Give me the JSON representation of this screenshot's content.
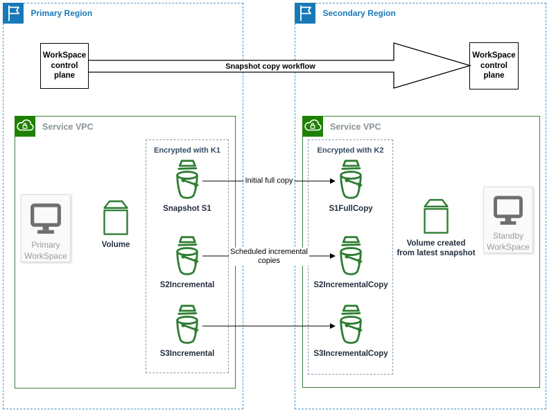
{
  "regions": {
    "primary": "Primary Region",
    "secondary": "Secondary Region"
  },
  "control_plane": "WorkSpace\ncontrol\nplane",
  "workflow_label": "Snapshot copy workflow",
  "service_vpc": "Service VPC",
  "encrypted": {
    "k1": "Encrypted with K1",
    "k2": "Encrypted with K2"
  },
  "workspaces": {
    "primary": "Primary\nWorkSpace",
    "standby": "Standby\nWorkSpace"
  },
  "volumes": {
    "primary": "Volume",
    "secondary": "Volume created\nfrom latest snapshot"
  },
  "buckets_left": [
    "Snapshot S1",
    "S2Incremental",
    "S3Incremental"
  ],
  "buckets_right": [
    "S1FullCopy",
    "S2IncrementalCopy",
    "S3IncrementalCopy"
  ],
  "arrows": {
    "initial": "Initial full copy",
    "scheduled": "Scheduled incremental\ncopies"
  },
  "icons": {
    "region": "flag-icon",
    "vpc": "cloud-lock-icon",
    "snapshot": "bucket-icon",
    "workspace": "monitor-icon",
    "volume": "volume-box-icon"
  },
  "colors": {
    "region_blue": "#1879B8",
    "region_dash_blue": "#4A94C6",
    "vpc_border_green": "#38803B",
    "vpc_square_green": "#1E8103",
    "bucket_green": "#2E7D32",
    "label_navy": "#232F3E",
    "encrypted_navy": "#334B66",
    "vpc_label_gray": "#8A949A",
    "card_text_gray": "#9A9A9A",
    "monitor_gray": "#6F6F6F",
    "line_black": "#000000"
  }
}
